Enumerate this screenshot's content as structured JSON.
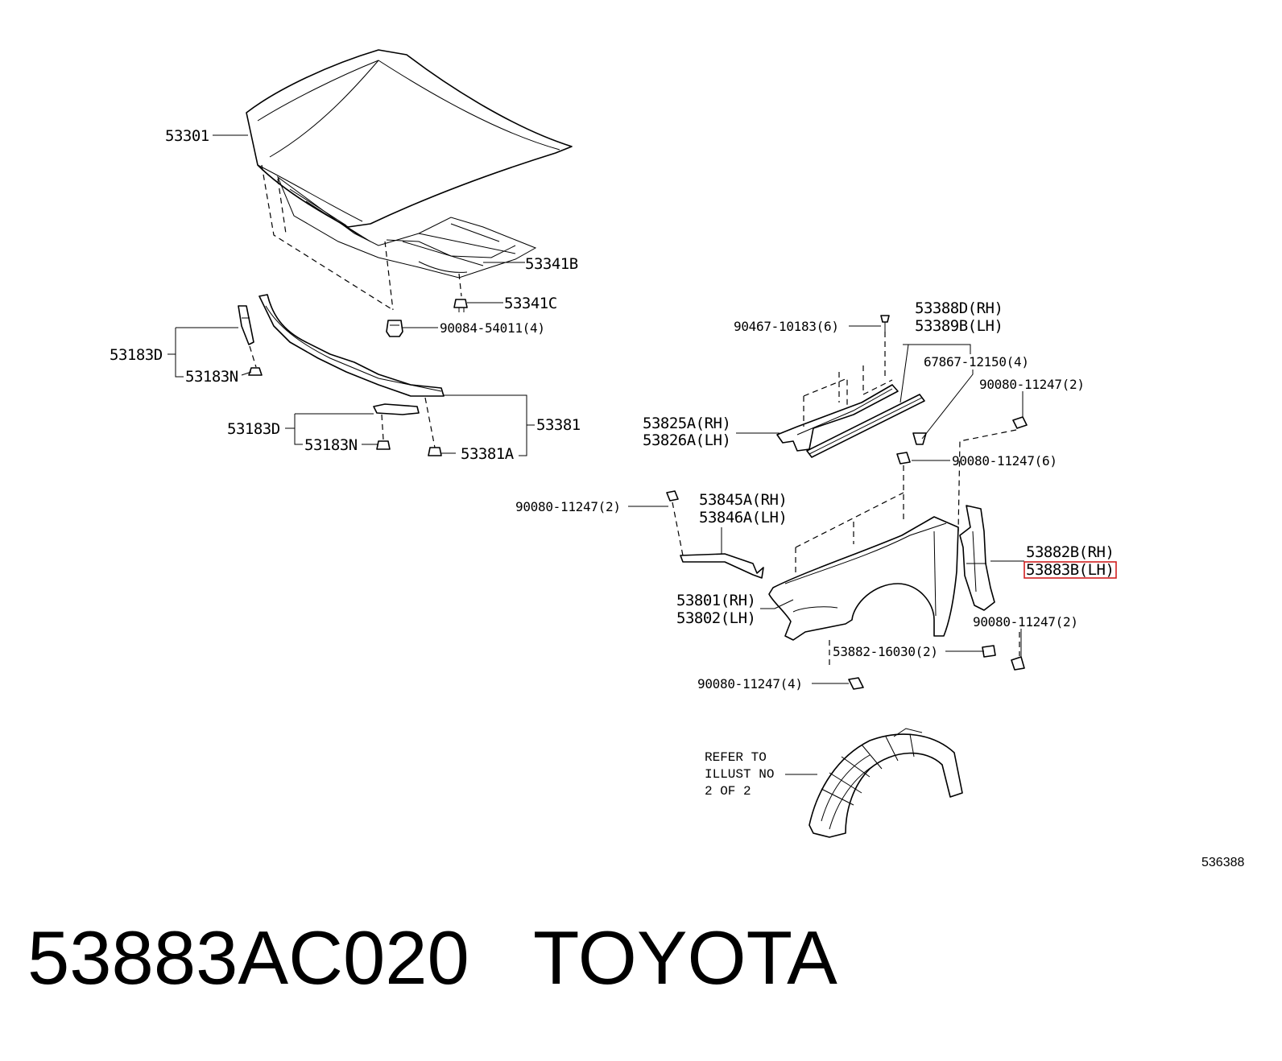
{
  "labels": {
    "hood": "53301",
    "hood_insulator": "53341B",
    "insulator_clip": "53341C",
    "hood_clip": "90084-54011(4)",
    "seal_left_upper": "53183D",
    "clip_left_upper": "53183N",
    "seal_left_lower": "53183D",
    "clip_left_lower": "53183N",
    "hood_lock_support": "53381",
    "support_clip": "53381A",
    "screw_top": "90467-10183(6)",
    "seal_rh": "53388D(RH)",
    "seal_lh": "53389B(LH)",
    "clip_67867": "67867-12150(4)",
    "bolt_right_top": "90080-11247(2)",
    "bracket_rh": "53825A(RH)",
    "bracket_lh": "53826A(LH)",
    "bolt_mid": "90080-11247(6)",
    "bolt_left": "90080-11247(2)",
    "stay_rh": "53845A(RH)",
    "stay_lh": "53846A(LH)",
    "liner_rh": "53882B(RH)",
    "liner_lh": "53883B(LH)",
    "fender_rh": "53801(RH)",
    "fender_lh": "53802(LH)",
    "bolt_right_low": "90080-11247(2)",
    "clip_53882": "53882-16030(2)",
    "bolt_bottom": "90080-11247(4)",
    "refer_line1": "REFER TO",
    "refer_line2": "ILLUST NO",
    "refer_line3": "2 OF 2",
    "illustration_id": "536388"
  },
  "footer": {
    "part_number": "53883AC020",
    "brand": "TOYOTA"
  },
  "colors": {
    "line": "#000000",
    "highlight": "#d02020",
    "background": "#ffffff"
  }
}
